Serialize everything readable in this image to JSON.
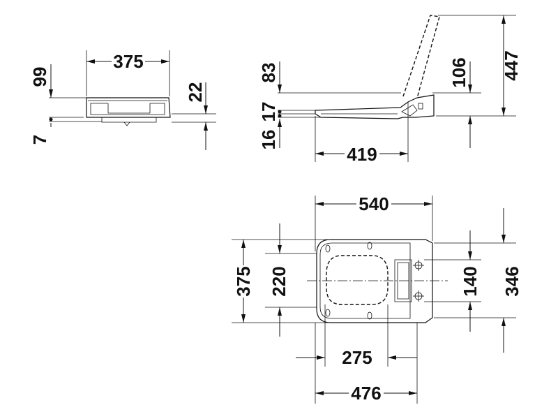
{
  "dimensions": {
    "top_view_width": "375",
    "top_view_height_above": "99",
    "top_view_height_below": "7",
    "top_view_thickness": "22",
    "side_above": "83",
    "side_mid": "17",
    "side_below": "16",
    "side_length": "419",
    "hinge_rise": "106",
    "total_open_height": "447",
    "plan_length": "540",
    "plan_width": "375",
    "inner_width": "220",
    "hinge_spacing": "140",
    "outer_width_right": "346",
    "fixing_offset": "275",
    "seat_length": "476"
  }
}
